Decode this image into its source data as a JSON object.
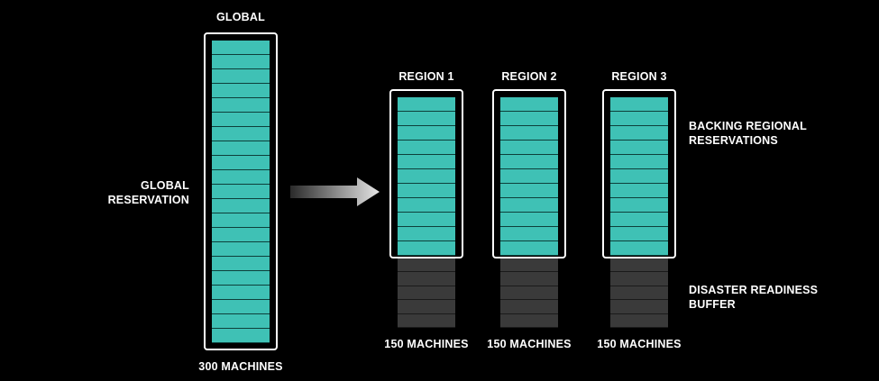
{
  "colors": {
    "reservation": "#3fc1b5",
    "buffer": "#3a3a3a",
    "frame": "#ffffff",
    "background": "#000000"
  },
  "global": {
    "title": "GLOBAL",
    "side_label_line1": "GLOBAL",
    "side_label_line2": "RESERVATION",
    "machines_label": "300 MACHINES",
    "reserved_cells": 21
  },
  "regions": [
    {
      "title": "REGION 1",
      "machines_label": "150 MACHINES",
      "reserved_cells": 11,
      "buffer_cells": 5
    },
    {
      "title": "REGION 2",
      "machines_label": "150 MACHINES",
      "reserved_cells": 11,
      "buffer_cells": 5
    },
    {
      "title": "REGION 3",
      "machines_label": "150 MACHINES",
      "reserved_cells": 11,
      "buffer_cells": 5
    }
  ],
  "annotations": {
    "backing_line1": "BACKING REGIONAL",
    "backing_line2": "RESERVATIONS",
    "buffer_line1": "DISASTER READINESS",
    "buffer_line2": "BUFFER"
  }
}
